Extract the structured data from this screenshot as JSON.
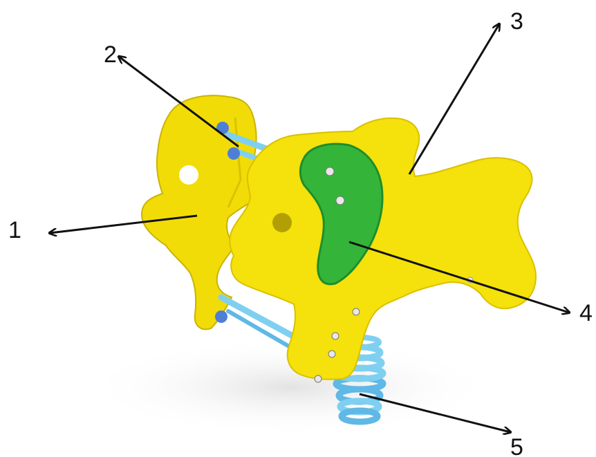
{
  "figure": {
    "subject": "spring-rider-dog",
    "colors": {
      "body_yellow": "#F5E10B",
      "body_yellow_shadow": "#D9C000",
      "ear_green": "#35B43A",
      "ear_green_dark": "#1E8E2A",
      "spring_blue": "#7FD0F0",
      "spring_blue_dark": "#3FA5D8",
      "bolt_blue": "#4E7FD6",
      "arrow": "#111111"
    }
  },
  "callouts": [
    {
      "id": "1",
      "label": "1"
    },
    {
      "id": "2",
      "label": "2"
    },
    {
      "id": "3",
      "label": "3"
    },
    {
      "id": "4",
      "label": "4"
    },
    {
      "id": "5",
      "label": "5"
    }
  ]
}
